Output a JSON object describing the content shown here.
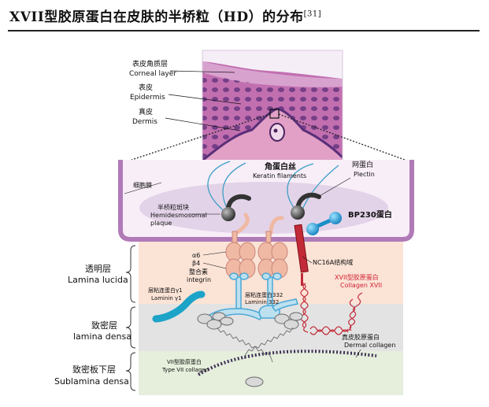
{
  "title": {
    "text": "XVII型胶原蛋白在皮肤的半桥粒（HD）的分布",
    "citation": "[31]"
  },
  "histology": {
    "corneal_layer_zh": "表皮角质层",
    "corneal_layer_en": "Corneal layer",
    "epidermis_zh": "表皮",
    "epidermis_en": "Epidermis",
    "dermis_zh": "真皮",
    "dermis_en": "Dermis"
  },
  "cell": {
    "membrane_zh": "细胞膜",
    "keratin_zh": "角蛋白丝",
    "keratin_en": "Keratin filaments",
    "plectin_zh": "网蛋白",
    "plectin_en": "Plectin",
    "hd_plaque_zh": "半桥粒斑块",
    "hd_plaque_en_1": "Hemidesmosomal",
    "hd_plaque_en_2": "plaque",
    "bp230": "BP230蛋白"
  },
  "proteins": {
    "integrin_1": "α6",
    "integrin_2": "β4",
    "integrin_3": "整合素",
    "integrin_4": "integrin",
    "nc16a": "NC16A结构域",
    "col17_zh": "XVII型胶原蛋白",
    "col17_en": "Collagen XVII",
    "laminin_g1_zh": "层粘连蛋白γ1",
    "laminin_g1_en": "Laminin γ1",
    "laminin332_zh": "层粘连蛋白332",
    "laminin332_en": "Laminin 332",
    "col7_zh": "VII型胶原蛋白",
    "col7_en": "Type VII collagen",
    "dermal_collagen_zh": "真皮胶原蛋白",
    "dermal_collagen_en": "Dermal collagen"
  },
  "layers": {
    "lucida_zh": "透明层",
    "lucida_en": "Lamina lucida",
    "densa_zh": "致密层",
    "densa_en": "lamina densa",
    "sublamina_zh": "致密板下层",
    "sublamina_en": "Sublamina densa"
  },
  "colors": {
    "membrane": "#b07ab7",
    "cytoplasm": "#f8eef8",
    "plaque": "#e3d3e8",
    "lucida_band": "#fbe3d6",
    "densa_band": "#e5e5e5",
    "sublamina_band": "#e5efdc",
    "integrin": "#f0b9a4",
    "laminin": "#4aa8d8",
    "col17": "#c22a37",
    "col17_label": "#d02232",
    "keratin": "#3c9fc5"
  },
  "icons": [
    "magnifier-box-icon"
  ]
}
